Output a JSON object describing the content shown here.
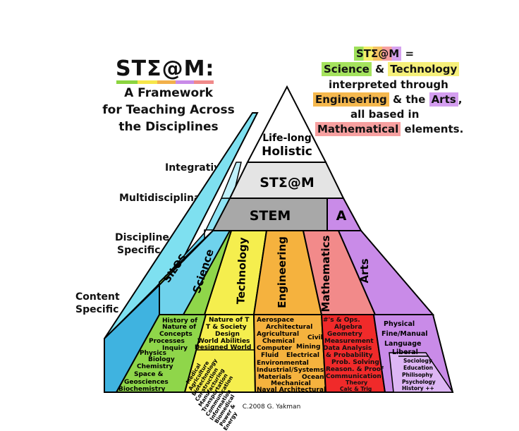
{
  "title": {
    "main": "STΣ@M:",
    "lines": [
      "A Framework",
      "for Teaching Across",
      "the Disciplines"
    ]
  },
  "definition": {
    "acronym": "STΣ@M",
    "equals": " =",
    "science": "Science",
    "amp1": " & ",
    "technology": "Technology",
    "line2": "interpreted through",
    "engineering": "Engineering",
    "amp2": " & the ",
    "arts": "Arts",
    "comma": ",",
    "line4": "all based in",
    "mathematical": "Mathematical",
    "elements": " elements."
  },
  "levels": {
    "integrative": "Integrative",
    "multidisciplinary": "Multidisciplinary",
    "discipline_specific": [
      "Discipline",
      "Specific"
    ],
    "content_specific": [
      "Content",
      "Specific"
    ]
  },
  "pyramid": {
    "top_line1": "Life-long",
    "top_line2": "Holistic",
    "steam_band": "STΣ@M",
    "stem_band": "STEM",
    "a_band": "A",
    "columns": {
      "silos": "SILOS",
      "science": "Science",
      "technology": "Technology",
      "engineering": "Engineering",
      "mathematics": "Mathematics",
      "arts": "Arts"
    },
    "science_topics": [
      "History of",
      "Nature of",
      "Concepts",
      "Processes",
      "Inquiry",
      "Physics",
      "Biology",
      "Chemistry",
      "Space &",
      "Geosciences",
      "Biochemistry"
    ],
    "technology_topics": [
      "Nature of T",
      "T & Society",
      "Design",
      "World Abilities",
      "Designed World"
    ],
    "technology_diagonal": [
      "Medical",
      "Agriculture",
      "Biotechnology",
      "Construction",
      "Manufacturing",
      "Transportation",
      "Communication",
      "Information",
      "Biomedical",
      "Power &",
      "Energy"
    ],
    "engineering_topics": [
      "Aerospace",
      "Architectural",
      "Agricultural",
      "Civil",
      "Chemical",
      "Computer",
      "Mining",
      "Fluid",
      "Electrical",
      "Environmental",
      "Industrial/Systems",
      "Materials",
      "Ocean",
      "Mechanical",
      "Naval Architectural"
    ],
    "math_topics": [
      "#'s & Ops.",
      "Algebra",
      "Geometry",
      "Measurement",
      "Data Analysis",
      "& Probability",
      "Prob. Solving",
      "Reason. & Proof",
      "Communication",
      "Theory",
      "Calc & Trig"
    ],
    "arts_topics": [
      "Physical",
      "Fine/Manual",
      "Language",
      "Liberal"
    ],
    "arts_sub_topics": [
      "Sociology",
      "Education",
      "Philisophy",
      "Psychology",
      "History ++"
    ]
  },
  "credit": "C.2008 G. Yakman"
}
